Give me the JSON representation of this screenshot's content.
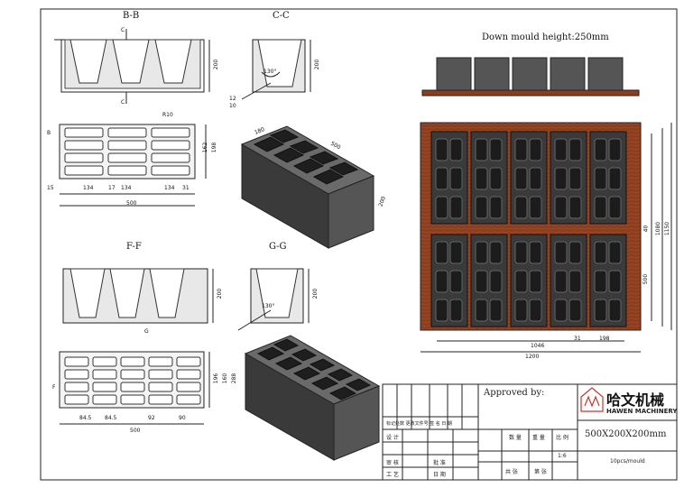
{
  "views": {
    "bb_label": "B-B",
    "cc_label": "C-C",
    "ff_label": "F-F",
    "gg_label": "G-G",
    "section_c": "C",
    "section_b": "B",
    "section_f": "F",
    "section_g": "G"
  },
  "dims": {
    "d200a": "200",
    "d200b": "200",
    "d200c": "200",
    "d200d": "200",
    "d130a": "130°",
    "d130b": "130°",
    "r10": "R10",
    "d500a": "500",
    "d500b": "500",
    "d134a": "134",
    "d134b": "134",
    "d134c": "134",
    "d15": "15",
    "d31": "31",
    "d17": "17",
    "d162": "162",
    "d198": "198",
    "d12": "12",
    "d10": "10",
    "d84a": "84.5",
    "d84b": "84.5",
    "d92": "92",
    "d90": "90",
    "d196": "196",
    "d160": "160",
    "d288": "288",
    "iso_200": "200",
    "iso_500": "500",
    "iso_180": "180"
  },
  "mould": {
    "title": "Down mould height:250mm",
    "width_1046": "1046",
    "width_1200": "1200",
    "d31": "31",
    "d198": "198",
    "h500": "500",
    "h1080": "1080",
    "h1150": "1150",
    "h40": "40"
  },
  "title_block": {
    "approved_by": "Approved by:",
    "company_cn": "哈文机械",
    "company_en": "HAWEN MACHINERY",
    "product_size": "500X200X200mm",
    "quantity_note": "10pcs/mould",
    "scale": "1:6",
    "col_qty": "数 量",
    "col_weight": "重 量",
    "col_scale": "比 例",
    "design": "设 计",
    "review": "审 核",
    "process": "工 艺",
    "approve": "批 准",
    "date": "日 期",
    "total_sheets": "共 张",
    "sheet_no": "第 张",
    "header_row": "标记处数 更改文件号 签 名 日 期"
  },
  "colors": {
    "block_fill": "#4a4a4a",
    "block_dark": "#2e2e2e",
    "mould_wood": "#8b3d1e",
    "mould_cavity": "#2b2b2b",
    "line": "#222222"
  }
}
